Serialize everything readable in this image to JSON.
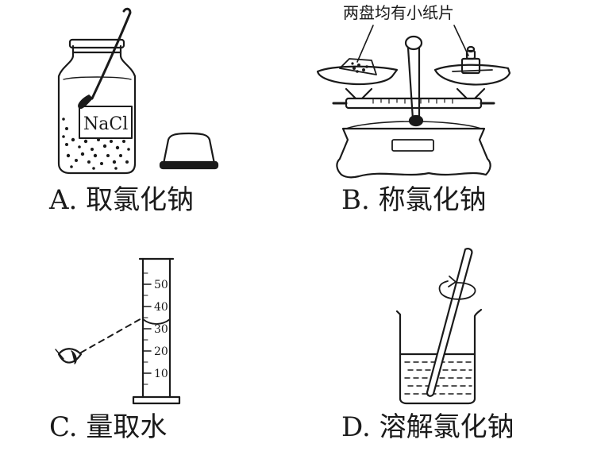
{
  "panels": {
    "a": {
      "caption": "A. 取氯化钠",
      "label_text": "NaCl"
    },
    "b": {
      "caption": "B. 称氯化钠",
      "annotation": "两盘均有小纸片"
    },
    "c": {
      "caption": "C. 量取水",
      "scale_marks": [
        "50",
        "40",
        "30",
        "20",
        "10"
      ]
    },
    "d": {
      "caption": "D. 溶解氯化钠"
    }
  },
  "colors": {
    "ink": "#1a1a1a",
    "background": "#ffffff"
  }
}
